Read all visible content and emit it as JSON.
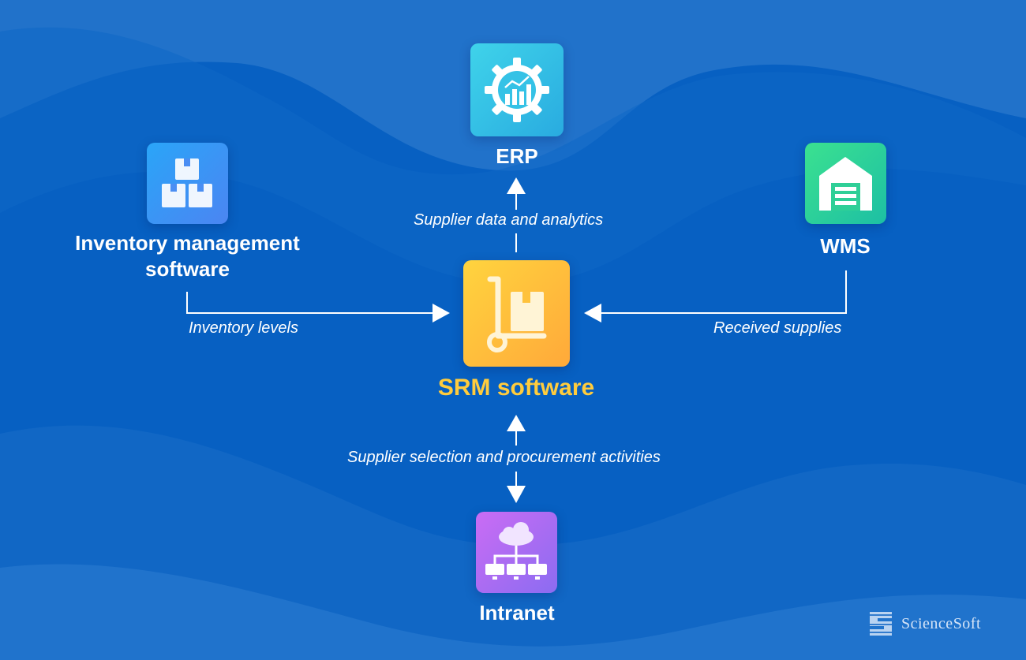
{
  "colors": {
    "background": "#0760c2",
    "wave_light": "#2b78cc",
    "srm_text": "#ffcc3d",
    "erp_gradient": [
      "#3ccfe8",
      "#2ab0e0"
    ],
    "inventory_gradient": [
      "#2aa7f7",
      "#4b86f2"
    ],
    "wms_gradient": [
      "#39dc8e",
      "#1fbfa3"
    ],
    "srm_gradient": [
      "#ffd23f",
      "#ffaa3a"
    ],
    "intranet_gradient": [
      "#c86cf3",
      "#8b6cf0"
    ]
  },
  "nodes": {
    "erp": {
      "label": "ERP",
      "icon": "gear-chart-icon"
    },
    "inventory": {
      "label_line1": "Inventory management",
      "label_line2": "software",
      "icon": "boxes-icon"
    },
    "wms": {
      "label": "WMS",
      "icon": "warehouse-icon"
    },
    "srm": {
      "label": "SRM software",
      "icon": "hand-truck-icon"
    },
    "intranet": {
      "label": "Intranet",
      "icon": "cloud-network-icon"
    }
  },
  "flows": {
    "to_erp": "Supplier data and analytics",
    "from_inventory": "Inventory levels",
    "from_wms": "Received supplies",
    "with_intranet": "Supplier selection and procurement activities"
  },
  "logo": {
    "text": "ScienceSoft"
  }
}
